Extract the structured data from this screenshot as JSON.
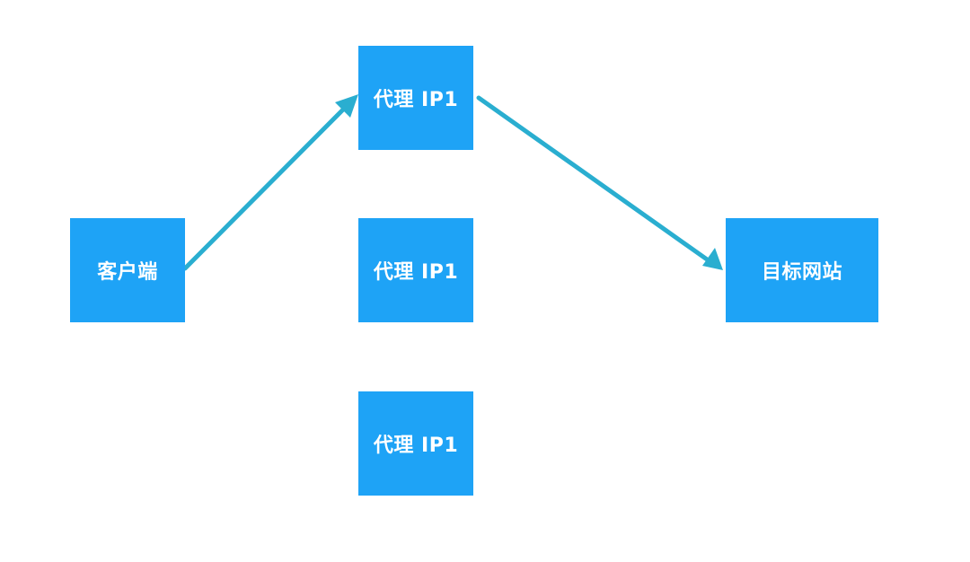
{
  "nodes": {
    "client": {
      "label": "客户端"
    },
    "proxy1": {
      "label": "代理 IP1"
    },
    "proxy2": {
      "label": "代理 IP1"
    },
    "proxy3": {
      "label": "代理 IP1"
    },
    "target": {
      "label": "目标网站"
    }
  },
  "edges": [
    {
      "from": "client",
      "to": "proxy1"
    },
    {
      "from": "proxy1",
      "to": "target"
    }
  ],
  "colors": {
    "node_fill": "#1ea3f6",
    "node_text": "#ffffff",
    "arrow": "#2aaed0",
    "background": "#ffffff"
  }
}
